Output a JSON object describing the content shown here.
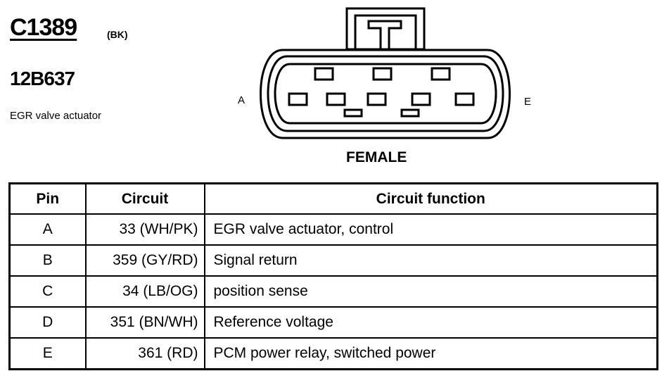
{
  "connector": {
    "id": "C1389",
    "color_code": "(BK)",
    "part_number": "12B637",
    "description": "EGR valve actuator",
    "pin_start_label": "A",
    "pin_end_label": "E",
    "gender": "FEMALE"
  },
  "table": {
    "headers": [
      "Pin",
      "Circuit",
      "Circuit function"
    ],
    "rows": [
      {
        "pin": "A",
        "circuit": "33 (WH/PK)",
        "function": "EGR valve actuator, control"
      },
      {
        "pin": "B",
        "circuit": "359 (GY/RD)",
        "function": "Signal return"
      },
      {
        "pin": "C",
        "circuit": "34 (LB/OG)",
        "function": "position sense"
      },
      {
        "pin": "D",
        "circuit": "351 (BN/WH)",
        "function": "Reference voltage"
      },
      {
        "pin": "E",
        "circuit": "361 (RD)",
        "function": "PCM power relay, switched power"
      }
    ]
  }
}
